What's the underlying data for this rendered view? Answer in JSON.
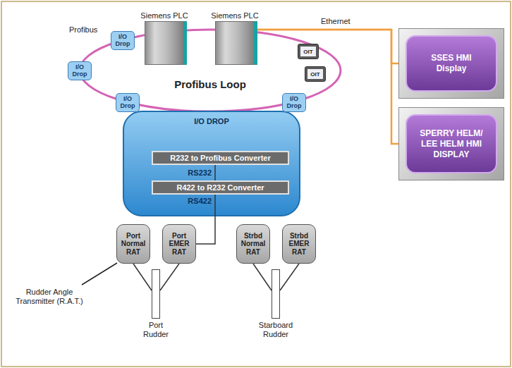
{
  "diagram": {
    "nodes": [
      {
        "text": [
          "Siemens PLC"
        ]
      },
      {
        "text": [
          "Siemens PLC"
        ]
      },
      {
        "text": [
          "I/O Drop"
        ]
      },
      {
        "text": [
          "I/O Drop"
        ]
      },
      {
        "text": [
          "I/O Drop"
        ]
      },
      {
        "text": [
          "OIT"
        ]
      },
      {
        "text": [
          "OIT"
        ]
      },
      {
        "text": [
          "I/O Drop"
        ]
      },
      {
        "text": [
          "SSES HMI Display"
        ]
      },
      {
        "text": [
          "SPERRY HELM/ LEE HELM HMI DISPLAY"
        ]
      },
      {
        "text": [
          "I/O DROP"
        ]
      },
      {
        "text": [
          "R232 to Profibus Converter"
        ],
        "in": 10
      },
      {
        "text": [
          "R422 to R232 Converter"
        ],
        "in": 10
      },
      {
        "text": [
          "Port Normal RAT"
        ]
      },
      {
        "text": [
          "Port EMER RAT"
        ]
      },
      {
        "text": [
          "Strbd Normal RAT"
        ]
      },
      {
        "text": [
          "Strbd EMER RAT"
        ]
      },
      {
        "text": [
          "Port Rudder"
        ]
      },
      {
        "text": [
          "Starboard Rudder"
        ]
      }
    ],
    "edges": [
      {
        "from": 1,
        "to": 8,
        "arrow": "none"
      },
      {
        "from": 1,
        "to": 9,
        "arrow": "none"
      },
      {
        "from": 11,
        "to": 12,
        "arrow": "none",
        "label": "RS232"
      },
      {
        "from": 12,
        "to": 14,
        "arrow": "none",
        "label": "RS422"
      },
      {
        "from": 13,
        "to": 17,
        "arrow": "none"
      },
      {
        "from": 14,
        "to": 17,
        "arrow": "none"
      },
      {
        "from": 15,
        "to": 18,
        "arrow": "none"
      },
      {
        "from": 16,
        "to": 18,
        "arrow": "none"
      }
    ],
    "labels": [
      "Profibus",
      "Ethernet",
      "Profibus Loop",
      "Rudder Angle Transmitter (R.A.T.)"
    ]
  }
}
